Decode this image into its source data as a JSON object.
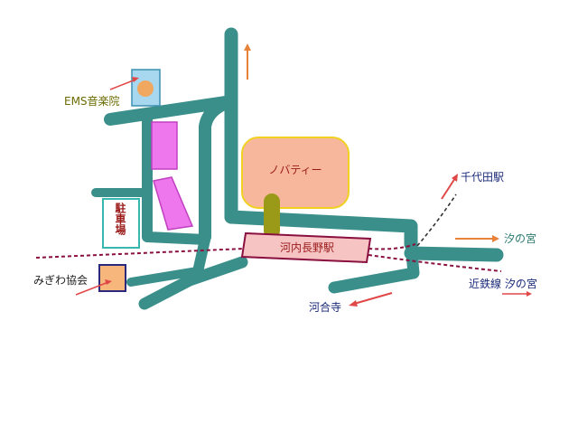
{
  "labels": {
    "ems": "EMS音楽院",
    "parking": "駐車場",
    "migiwa": "みぎわ協会",
    "novelty": "ノバティー",
    "station": "河内長野駅",
    "chiyoda": "千代田駅",
    "shionomiya_road": "汐の宮",
    "kintetsu": "近鉄線 汐の宮",
    "kawaiji": "河合寺"
  },
  "colors": {
    "road": "#3a8f8a",
    "building_magenta": "#ee77ee",
    "novelty_fill": "#f7b79c",
    "novelty_border": "#f0d020",
    "station_fill": "#f7c4c4",
    "station_border": "#8a1040",
    "arrow_orange": "#e8823a",
    "arrow_red": "#e04848",
    "rail": "#8a1040",
    "tunnel": "#9a9a18",
    "label_green": "#6b6b00",
    "label_navy": "#1a2a7a",
    "label_teal": "#2a7a70",
    "label_red": "#9a1a1a",
    "ems_fill": "#a8d8f0",
    "ems_circle": "#f0a860",
    "migiwa_fill": "#f7b77c",
    "migiwa_border": "#2a2a7a"
  },
  "icons": {
    "north_arrow": "arrow-up-icon",
    "ems_marker": "circle-marker-icon"
  }
}
